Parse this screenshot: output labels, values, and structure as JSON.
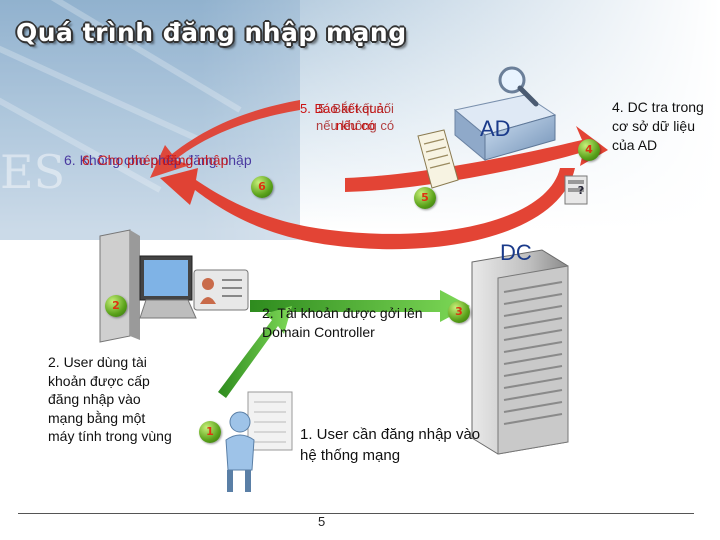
{
  "title": "Quá trình đăng nhập mạng",
  "labels": {
    "ad": "AD",
    "dc": "DC",
    "dc_lookup": "4. DC tra trong cơ sở dữ liệu của AD",
    "result_a": "5. Báo kết quả:",
    "result_b": "5. Bắt kết nối",
    "result_c": "nếu có",
    "result_d": "nếu không có",
    "deny_a": "6. Không cho phép đăng nhập",
    "deny_b": "6. Cho phép đăng nhập",
    "account_sent": "2. Tài khoản được gởi lên Domain Controller",
    "user_uses": "2. User dùng tài khoản được cấp đăng nhập vào mạng bằng một máy tính trong vùng",
    "user_needs": "1. User cần đăng nhập vào hệ thống mạng"
  },
  "badges": {
    "b1": "1",
    "b2": "2",
    "b3": "3",
    "b4": "4",
    "b5": "5",
    "b6": "6",
    "b7": "?"
  },
  "page_number": "5"
}
